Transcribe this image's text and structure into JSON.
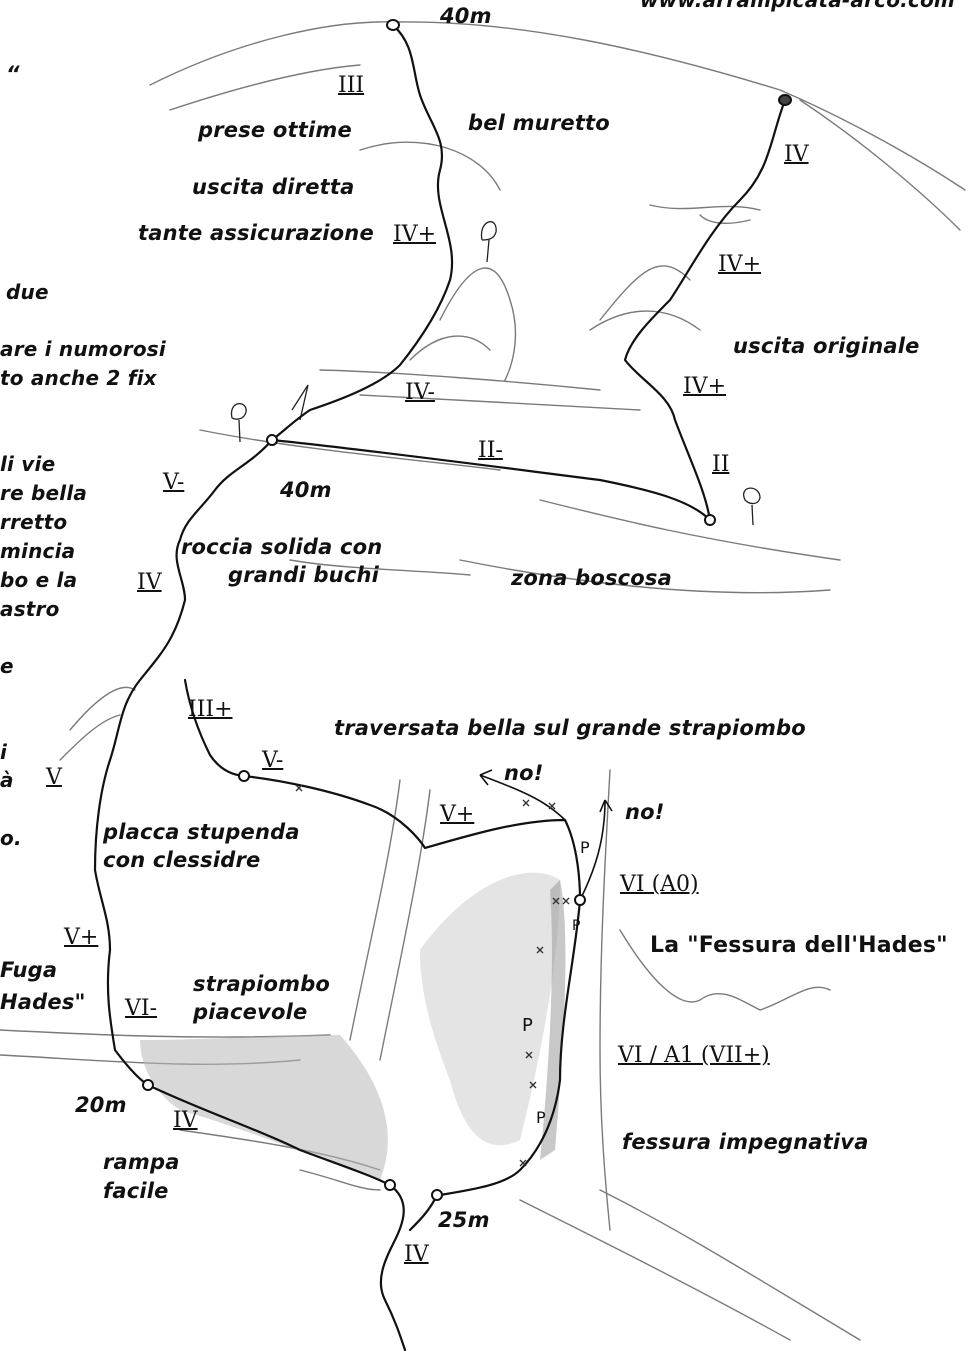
{
  "header": {
    "website": "www.arrampicata-arco.com"
  },
  "left_fragments": [
    "“",
    "due",
    "are i numorosi",
    "to anche 2 fix",
    "li vie",
    "re bella",
    "rretto",
    "mincia",
    "bo e la",
    "astro",
    "e",
    "i",
    "à",
    "o.",
    "Fuga",
    "Hades\""
  ],
  "distances": [
    "40m",
    "40m",
    "20m",
    "25m"
  ],
  "grades": [
    "III",
    "IV",
    "IV+",
    "IV+",
    "IV+",
    "IV-",
    "II-",
    "II",
    "V-",
    "IV",
    "III+",
    "V-",
    "V+",
    "V",
    "VI (A0)",
    "V+",
    "VI-",
    "VI / A1 (VII+)",
    "IV",
    "IV"
  ],
  "annotations": {
    "prese": "prese ottime",
    "bel_muretto": "bel muretto",
    "uscita_diretta": "uscita diretta",
    "tante": "tante assicurazione",
    "uscita_originale": "uscita originale",
    "roccia_1": "roccia solida con",
    "roccia_2": "grandi buchi",
    "zona": "zona boscosa",
    "traversata": "traversata bella sul grande strapiombo",
    "no1": "no!",
    "no2": "no!",
    "placca_1": "placca stupenda",
    "placca_2": "con clessidre",
    "fessura_hades": "La \"Fessura dell'Hades\"",
    "strapiombo_1": "strapiombo",
    "strapiombo_2": "piacevole",
    "rampa_1": "rampa",
    "rampa_2": "facile",
    "fessura_imp": "fessura impegnativa"
  },
  "pitch_marks": [
    "P",
    "P",
    "P",
    "P"
  ]
}
